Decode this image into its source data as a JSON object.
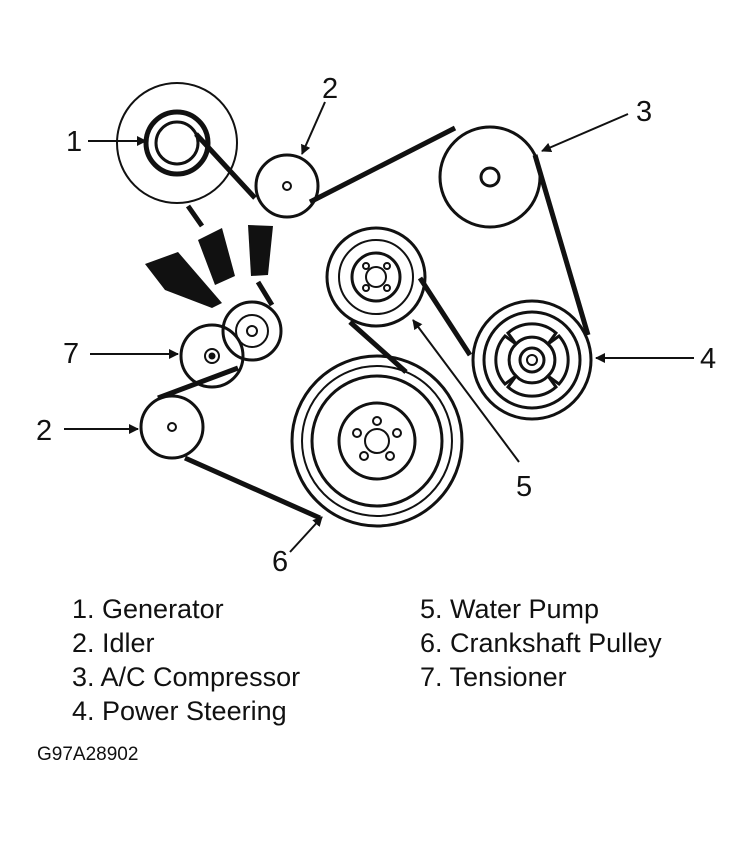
{
  "diagram": {
    "callouts": {
      "generator": "1",
      "idler_top": "2",
      "ac_compressor": "3",
      "power_steering": "4",
      "water_pump": "5",
      "crankshaft": "6",
      "tensioner": "7",
      "idler_lower": "2"
    },
    "legend": [
      {
        "text": "1. Generator"
      },
      {
        "text": "2. Idler"
      },
      {
        "text": "3. A/C Compressor"
      },
      {
        "text": "4. Power Steering"
      },
      {
        "text": "5. Water Pump"
      },
      {
        "text": "6. Crankshaft Pulley"
      },
      {
        "text": "7. Tensioner"
      }
    ],
    "figure_code": "G97A28902"
  }
}
